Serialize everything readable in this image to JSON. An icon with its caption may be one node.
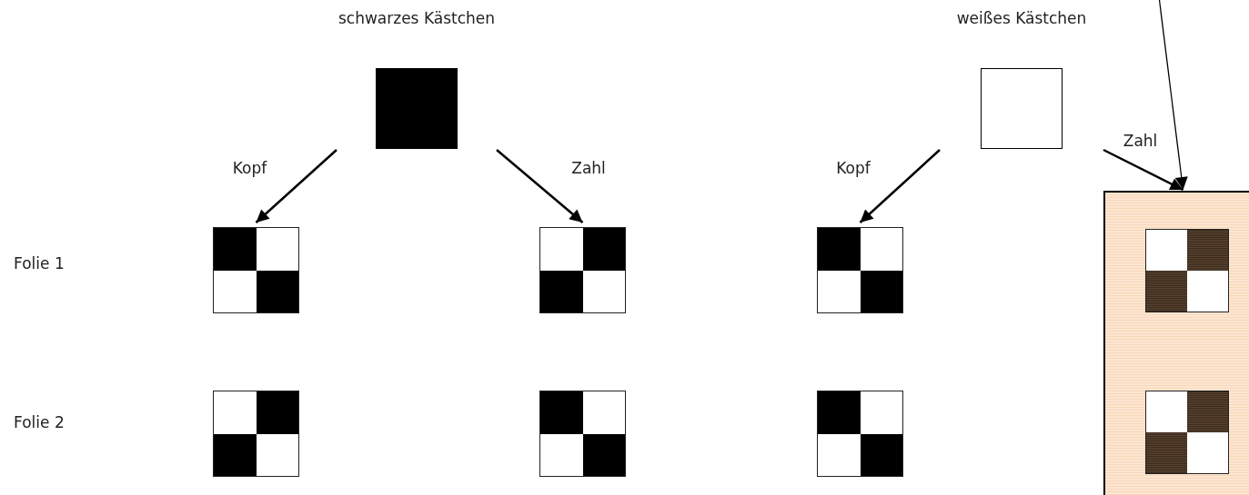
{
  "diagram": {
    "nodes": [
      {
        "text": [
          "schwarzes Kästchen"
        ]
      },
      {
        "text": [
          "weißes Kästchen"
        ]
      },
      {
        "text": [],
        "shape": "box"
      },
      {
        "text": [],
        "shape": "box"
      },
      {
        "text": [],
        "shape": "box"
      },
      {
        "text": [],
        "shape": "box"
      },
      {
        "text": [],
        "shape": "box",
        "in": 5
      },
      {
        "text": [],
        "shape": "box"
      },
      {
        "text": [],
        "shape": "box"
      },
      {
        "text": [],
        "shape": "box"
      },
      {
        "text": [],
        "shape": "box",
        "in": 5
      }
    ],
    "edges": [
      {
        "from": 0,
        "to": 2,
        "arrow": "to",
        "label": "Kopf"
      },
      {
        "from": 0,
        "to": 3,
        "arrow": "to",
        "label": "Zahl"
      },
      {
        "from": 1,
        "to": 4,
        "arrow": "to",
        "label": "Kopf"
      },
      {
        "from": 1,
        "to": 5,
        "arrow": "to",
        "label": "Zahl"
      },
      {
        "from": null,
        "to": 5,
        "arrow": "to"
      }
    ],
    "labels": [
      "Folie 1",
      "Folie 2"
    ]
  }
}
